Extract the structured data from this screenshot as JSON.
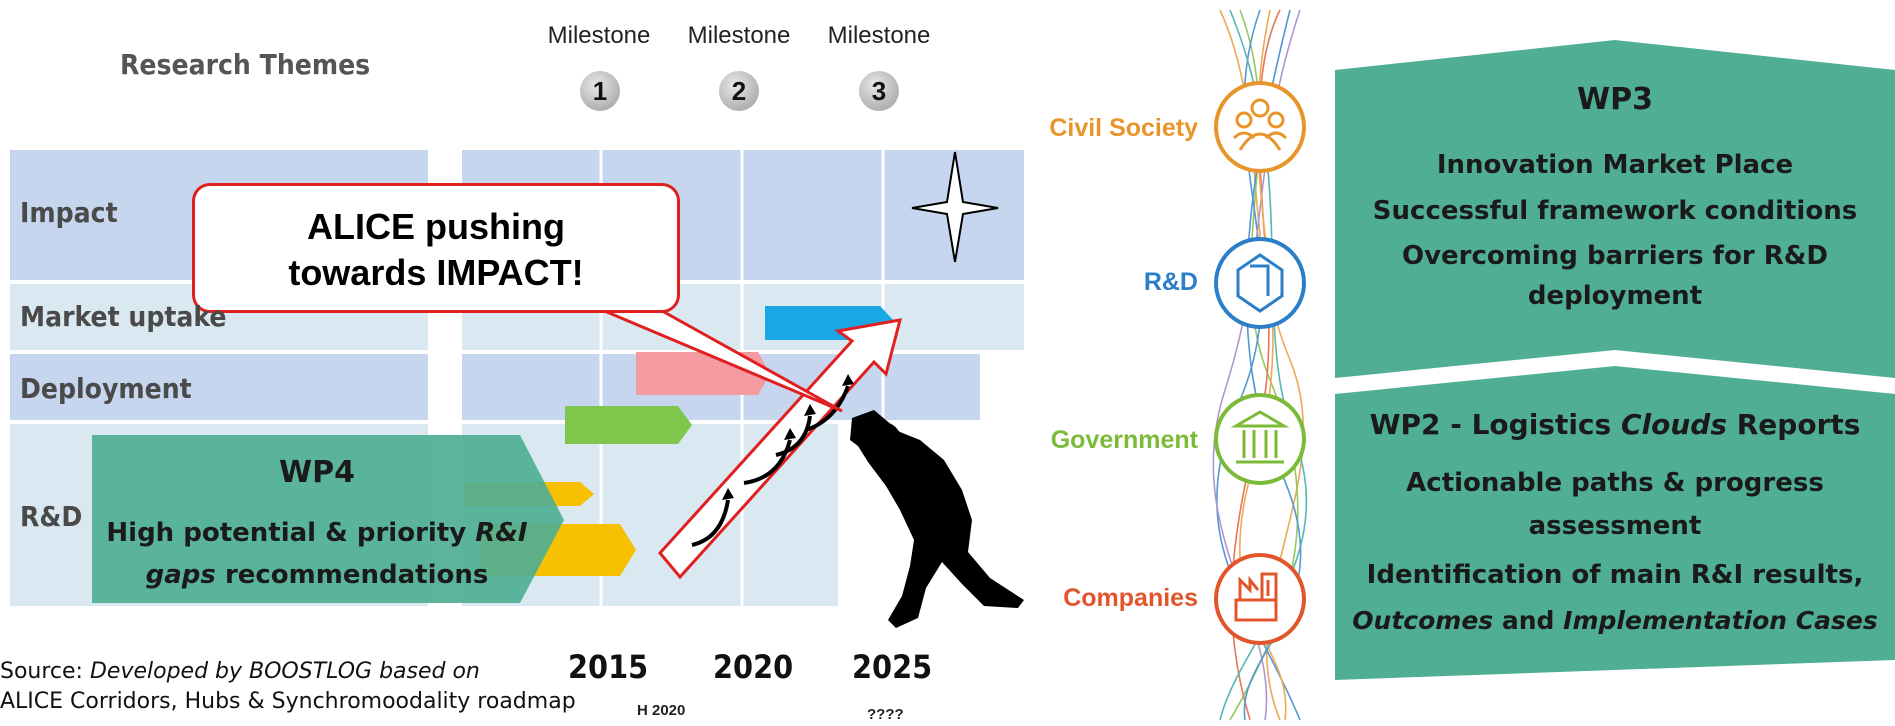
{
  "roadmap": {
    "title": "Research Themes",
    "milestones": [
      {
        "label": "Milestone",
        "number": "1"
      },
      {
        "label": "Milestone",
        "number": "2"
      },
      {
        "label": "Milestone",
        "number": "3"
      }
    ],
    "rows": [
      "Impact",
      "Market uptake",
      "Deployment",
      "R&D"
    ],
    "years": [
      "2015",
      "2020",
      "2025"
    ],
    "subyears": [
      "H 2020",
      "????"
    ],
    "callout": [
      "ALICE pushing",
      "towards IMPACT!"
    ]
  },
  "wp4": {
    "title": "WP4",
    "line1_a": "High potential & priority ",
    "line1_b": "R&I",
    "line2_a": "gaps",
    "line2_b": " recommendations"
  },
  "source": {
    "prefix": "Source: ",
    "italic": "Developed by BOOSTLOG based on",
    "line2": "ALICE Corridors, Hubs & Synchromoodality roadmap"
  },
  "stakeholders": [
    {
      "label": "Civil Society",
      "color": "#e8952b",
      "icon": "people-icon"
    },
    {
      "label": "R&D",
      "color": "#2a7fc8",
      "icon": "research-icon"
    },
    {
      "label": "Government",
      "color": "#7cbb3a",
      "icon": "government-building-icon"
    },
    {
      "label": "Companies",
      "color": "#e2552b",
      "icon": "factory-icon"
    }
  ],
  "wp3": {
    "title": "WP3",
    "items": [
      "Innovation Market Place",
      "Successful framework conditions",
      "Overcoming barriers for R&D",
      "deployment"
    ]
  },
  "wp2": {
    "title_a": "WP2  - Logistics ",
    "title_b": "Clouds",
    "title_c": " Reports",
    "item1_l1": "Actionable paths & progress",
    "item1_l2": "assessment",
    "item2_l1": "Identification of main R&I results,",
    "item2_l2_a": "Outcomes",
    "item2_l2_b": " and ",
    "item2_l2_c": "Implementation  Cases"
  },
  "colors": {
    "teal": "#4fae94",
    "impact_bg": "#c6d6ef",
    "market_bg": "#dae9f1",
    "red": "#e02020"
  }
}
